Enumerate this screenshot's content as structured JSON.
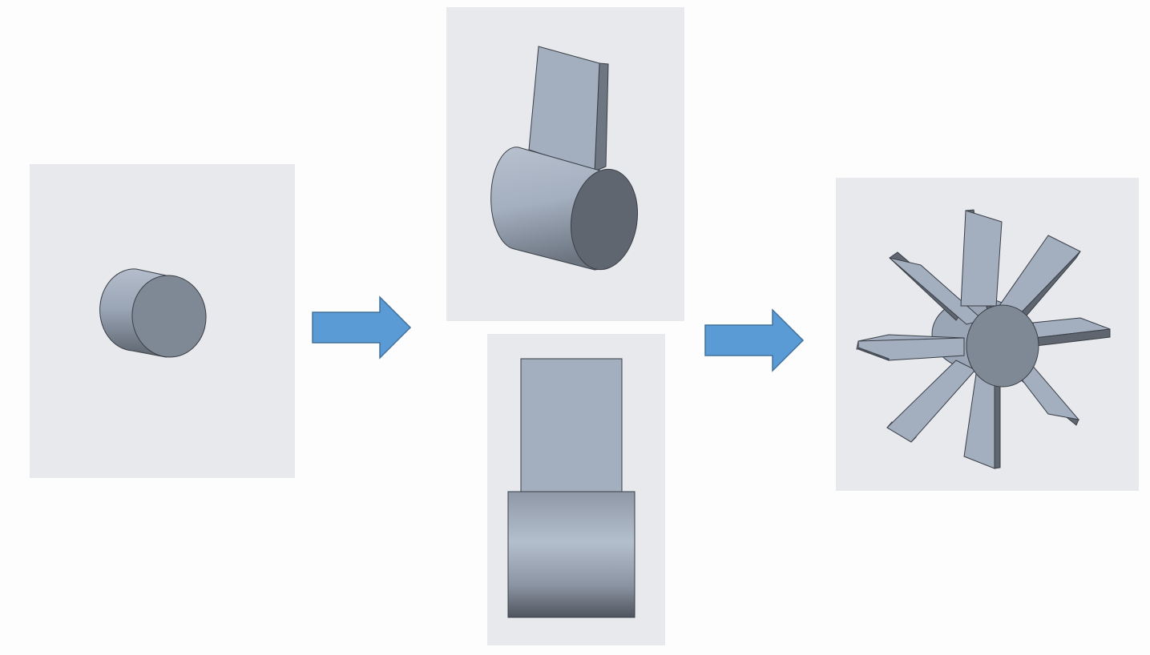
{
  "colors": {
    "page_background": "#fdfdfd",
    "panel_background": "#e8e9ec",
    "arrow_fill": "#5b9bd5",
    "arrow_stroke": "#41719c",
    "part_face_light": "#a3aebe",
    "part_face_dark": "#5f6670",
    "part_end_cap": "#7f8996",
    "edge": "#3a3f47"
  },
  "stages": [
    {
      "name": "cylinder-hub",
      "views": [
        "isometric"
      ]
    },
    {
      "name": "hub-with-single-blade",
      "views": [
        "isometric",
        "front"
      ]
    },
    {
      "name": "eight-blade-rotor",
      "views": [
        "isometric"
      ]
    }
  ],
  "rotor": {
    "blade_count": 8
  },
  "arrows": [
    {
      "from": "cylinder-hub",
      "to": "hub-with-single-blade",
      "icon": "right-arrow-icon"
    },
    {
      "from": "hub-with-single-blade",
      "to": "eight-blade-rotor",
      "icon": "right-arrow-icon"
    }
  ]
}
